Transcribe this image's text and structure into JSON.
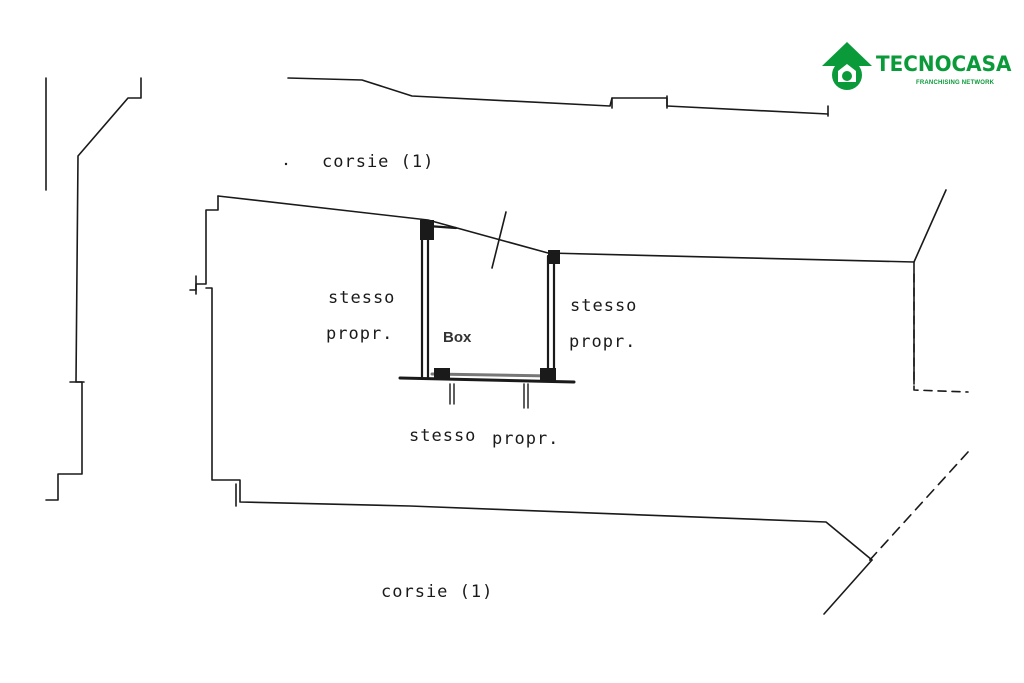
{
  "logo": {
    "name": "TECNOCASA",
    "tagline": "FRANCHISING NETWORK",
    "color": "#0a9a3a"
  },
  "labels": {
    "corridor_top": "corsie (1)",
    "corridor_bottom": "corsie (1)",
    "left_owner_line1": "stesso",
    "left_owner_line2": "propr.",
    "right_owner_line1": "stesso",
    "right_owner_line2": "propr.",
    "bottom_owner_word1": "stesso",
    "bottom_owner_word2": "propr.",
    "box": "Box"
  },
  "colors": {
    "line": "#1a1a1a",
    "background": "#ffffff"
  }
}
